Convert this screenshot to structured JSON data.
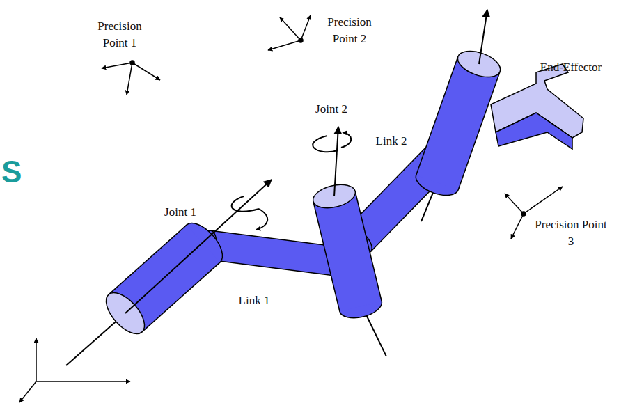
{
  "diagram": {
    "labels": [
      "Precision Point 1",
      "Precision Point 2",
      "Joint 2",
      "Link 2",
      "End-Effector",
      "Joint 1",
      "Precision Point 3",
      "Link 1",
      "S"
    ]
  }
}
